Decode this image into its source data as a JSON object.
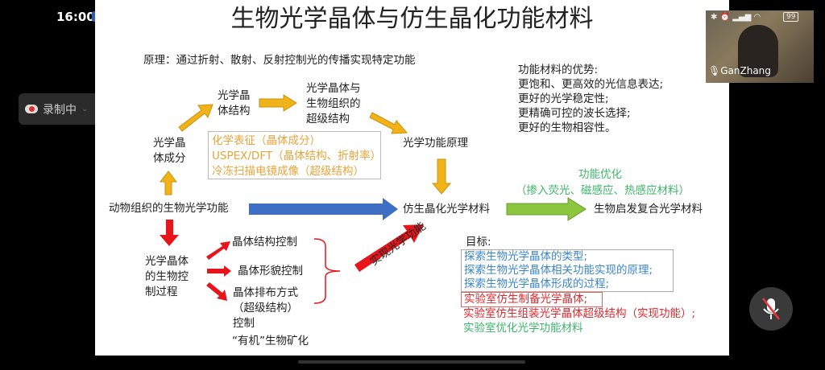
{
  "status_bar": {
    "time": "16:00",
    "battery": "99"
  },
  "recording": {
    "label": "录制中"
  },
  "participant": {
    "name": "GanZhang"
  },
  "slide": {
    "title": "生物光学晶体与仿生晶化功能材料",
    "principle": "原理：通过折射、散射、反射控制光的传播实现特定功能",
    "node_structure": "光学晶\n体结构",
    "node_superstructure": "光学晶体与\n生物组织的\n超级结构",
    "node_principle": "光学功能原理",
    "node_composition": "光学晶\n体成分",
    "node_animal": "动物组织的生物光学功能",
    "node_biomimetic": "仿生晶化光学材料",
    "node_bioinspired": "生物启发复合光学材料",
    "methods": [
      "化学表征（晶体成分）",
      "USPEX/DFT（晶体结构、折射率）",
      "冷冻扫描电镜成像（超级结构）"
    ],
    "optimization_title": "功能优化",
    "optimization_detail": "（掺入荧光、磁感应、热感应材料）",
    "advantages": "功能材料的优势:\n更饱和、更高效的光信息表达;\n更好的光学稳定性;\n更精确可控的波长选择;\n更好的生物相容性。",
    "node_control": "光学晶体\n的生物控\n制过程",
    "control_items": [
      "晶体结构控制",
      "晶体形貌控制",
      "晶体排布方式\n（超级结构）\n控制"
    ],
    "realize_label": "实现光学功能",
    "mineralization": "“有机”生物矿化",
    "goals_title": "目标:",
    "goals_blue": [
      "探索生物光学晶体的类型;",
      "探索生物光学晶体相关功能实现的原理;",
      "探索生物光学晶体形成的过程;"
    ],
    "goals_red": [
      "实验室仿生制备光学晶体;",
      "实验室仿生组装光学晶体超级结构（实现功能）;"
    ],
    "goals_green": "实验室优化光学功能材料"
  },
  "colors": {
    "yellow": "#F2B318",
    "blue": "#3D6FC4",
    "green": "#8CC63F",
    "red": "#E8141B",
    "orange_text": "#E8A33A",
    "green_text": "#3DB56A",
    "blue_text": "#3A86C8",
    "red_text": "#E0262B"
  }
}
